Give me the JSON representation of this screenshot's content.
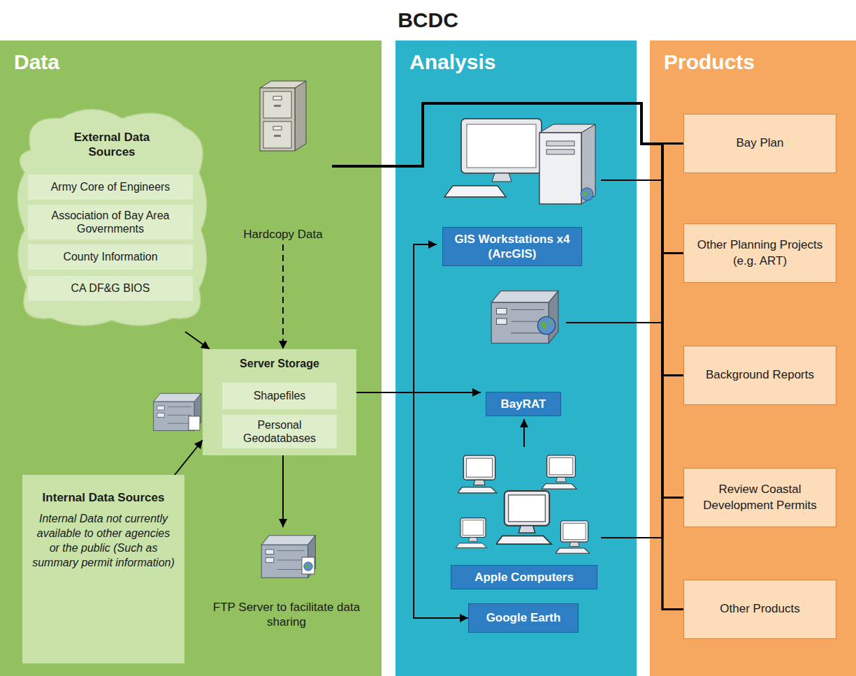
{
  "diagram": {
    "title": "BCDC",
    "nodes": [
      {
        "text": [
          "Data"
        ]
      },
      {
        "text": [
          "Analysis"
        ]
      },
      {
        "text": [
          "Products"
        ]
      },
      {
        "text": [
          "External Data Sources"
        ],
        "in": 0
      },
      {
        "text": [
          "Army Core of Engineers"
        ],
        "in": 3
      },
      {
        "text": [
          "Association of Bay Area Governments"
        ],
        "in": 3
      },
      {
        "text": [
          "County Information"
        ],
        "in": 3
      },
      {
        "text": [
          "CA DF&G BIOS"
        ],
        "in": 3
      },
      {
        "text": [
          "Server Storage"
        ],
        "in": 0
      },
      {
        "text": [
          "Shapefiles"
        ],
        "in": 8
      },
      {
        "text": [
          "Personal Geodatabases"
        ],
        "in": 8
      },
      {
        "text": [
          "Internal Data Sources",
          "Internal Data not currently available to other agencies or the public (Such as summary permit information)"
        ],
        "in": 0
      },
      {
        "text": [
          "Hardcopy Data"
        ],
        "in": 0
      },
      {
        "text": [
          "FTP Server to facilitate data sharing"
        ],
        "in": 0
      },
      {
        "text": [
          "GIS Workstations x4 (ArcGIS)"
        ],
        "in": 1
      },
      {
        "text": [
          "BayRAT"
        ],
        "in": 1
      },
      {
        "text": [
          "Apple Computers"
        ],
        "in": 1
      },
      {
        "text": [
          "Google Earth"
        ],
        "in": 1
      },
      {
        "text": [
          "Bay Plan"
        ],
        "in": 2
      },
      {
        "text": [
          "Other Planning Projects (e.g. ART)"
        ],
        "in": 2
      },
      {
        "text": [
          "Background Reports"
        ],
        "in": 2
      },
      {
        "text": [
          "Review Coastal Development Permits"
        ],
        "in": 2
      },
      {
        "text": [
          "Other Products"
        ],
        "in": 2
      }
    ],
    "edges": [
      {
        "from": 3,
        "to": 8,
        "arrow": "to"
      },
      {
        "from": 12,
        "to": 8,
        "arrow": "to"
      },
      {
        "from": 11,
        "to": 8,
        "arrow": "to"
      },
      {
        "from": 8,
        "to": 13,
        "arrow": "to"
      },
      {
        "from": 8,
        "to": 15,
        "arrow": "to"
      },
      {
        "from": 16,
        "to": 15,
        "arrow": "to"
      },
      {
        "from": 14,
        "to": 17,
        "arrow": "both"
      },
      {
        "from": 12,
        "to": 18,
        "arrow": "none"
      },
      {
        "from": 12,
        "to": 19,
        "arrow": "none"
      },
      {
        "from": 12,
        "to": 20,
        "arrow": "none"
      },
      {
        "from": 12,
        "to": 21,
        "arrow": "none"
      },
      {
        "from": 12,
        "to": 22,
        "arrow": "none"
      },
      {
        "from": 14,
        "to": 18,
        "arrow": "none"
      },
      {
        "from": 14,
        "to": 19,
        "arrow": "none"
      },
      {
        "from": 14,
        "to": 20,
        "arrow": "none"
      },
      {
        "from": 14,
        "to": 21,
        "arrow": "none"
      },
      {
        "from": 14,
        "to": 22,
        "arrow": "none"
      },
      {
        "from": 15,
        "to": 18,
        "arrow": "none"
      },
      {
        "from": 15,
        "to": 19,
        "arrow": "none"
      },
      {
        "from": 15,
        "to": 20,
        "arrow": "none"
      },
      {
        "from": 15,
        "to": 21,
        "arrow": "none"
      },
      {
        "from": 15,
        "to": 22,
        "arrow": "none"
      },
      {
        "from": 16,
        "to": 18,
        "arrow": "none"
      },
      {
        "from": 16,
        "to": 19,
        "arrow": "none"
      },
      {
        "from": 16,
        "to": 20,
        "arrow": "none"
      },
      {
        "from": 16,
        "to": 21,
        "arrow": "none"
      },
      {
        "from": 16,
        "to": 22,
        "arrow": "none"
      }
    ]
  }
}
